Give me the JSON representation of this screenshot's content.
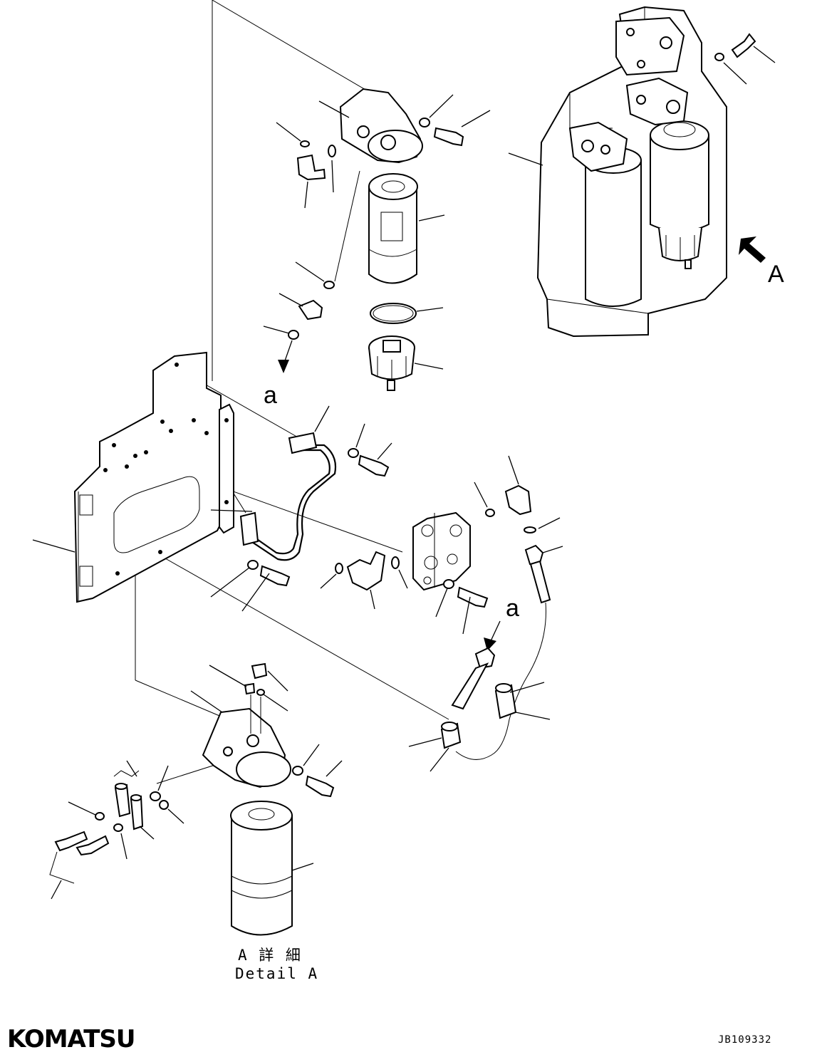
{
  "figure": {
    "view_marker": "A",
    "section_marker": "a",
    "detail_caption_jp": "A 詳 細",
    "detail_caption_en": "Detail A",
    "document_id": "JB109332",
    "brand_logo_text": "KOMATSU"
  },
  "colors": {
    "ink": "#000000",
    "paper": "#ffffff"
  }
}
